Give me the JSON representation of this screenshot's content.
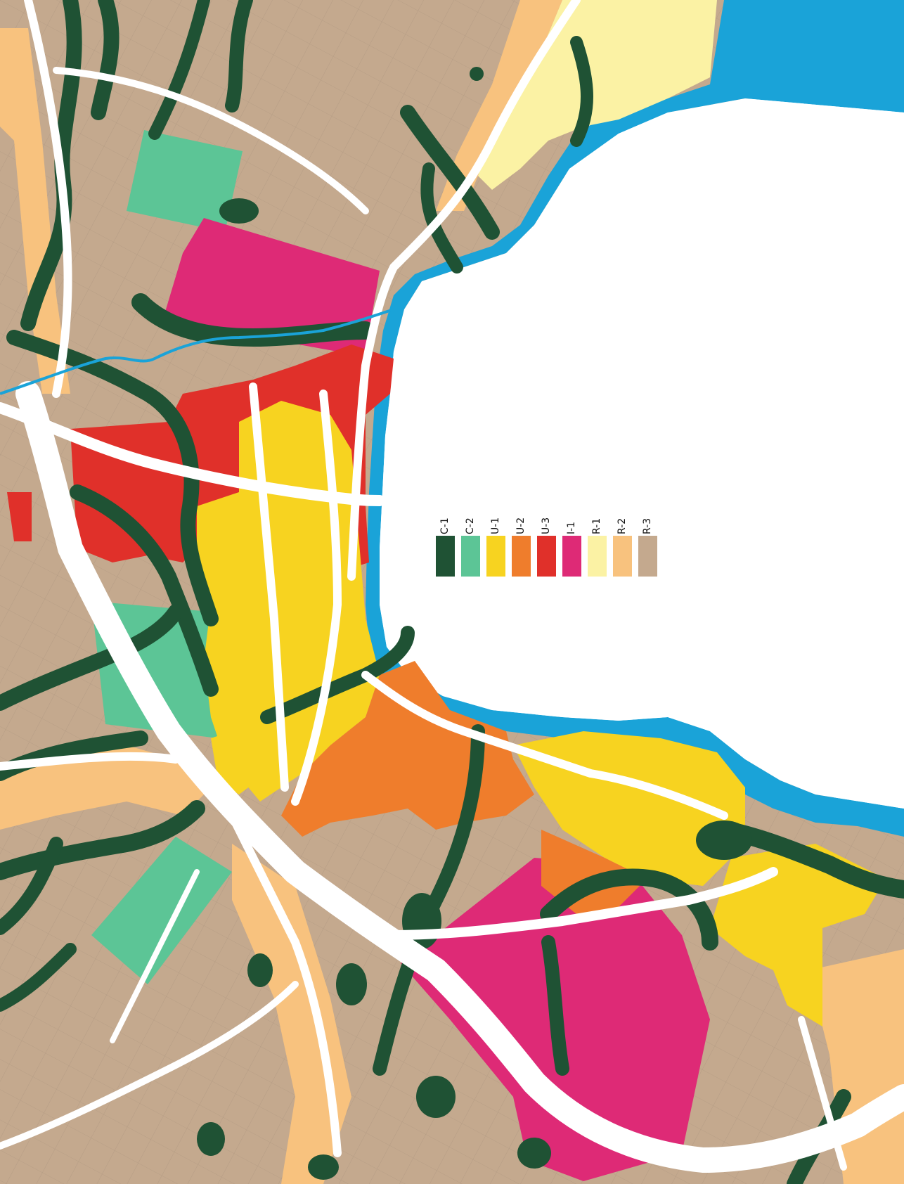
{
  "map": {
    "background": "#ffffff",
    "water_color": "#1aa3d8",
    "road_color": "#ffffff",
    "parcel_line_color": "#8c7a6a"
  },
  "legend": {
    "items": [
      {
        "code": "C-1",
        "color": "#1f5234"
      },
      {
        "code": "C-2",
        "color": "#5cc596"
      },
      {
        "code": "U-1",
        "color": "#f7d320"
      },
      {
        "code": "U-2",
        "color": "#ef7d2c"
      },
      {
        "code": "U-3",
        "color": "#e0302a"
      },
      {
        "code": "I-1",
        "color": "#de2a76"
      },
      {
        "code": "R-1",
        "color": "#fbf2a4"
      },
      {
        "code": "R-2",
        "color": "#f8c27e"
      },
      {
        "code": "R-3",
        "color": "#c4a98e"
      }
    ]
  }
}
